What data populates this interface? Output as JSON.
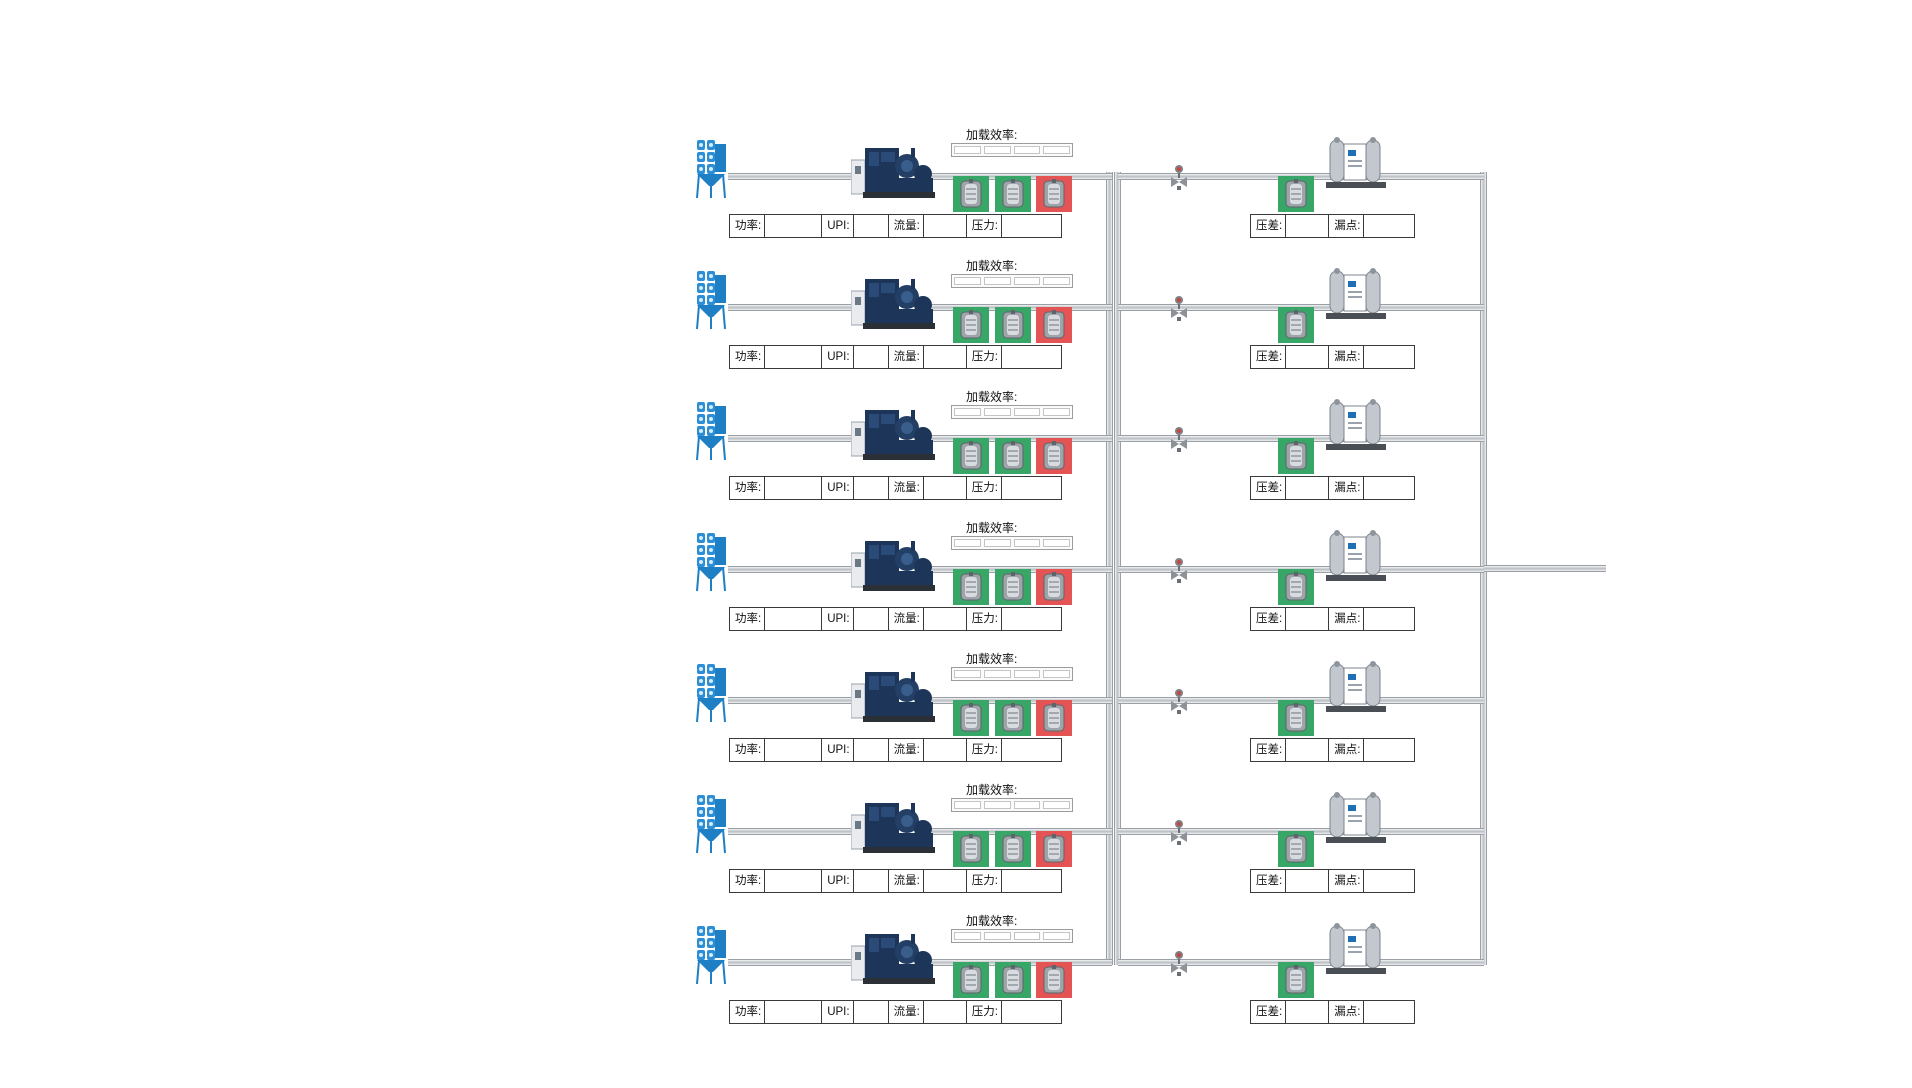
{
  "labels": {
    "load_efficiency": "加载效率:",
    "power": "功率:",
    "upi": "UPI:",
    "flow": "流量:",
    "pressure": "压力:",
    "pressure_diff": "压差:",
    "dew_point": "漏点:"
  },
  "colors": {
    "tile_ok": "#37a666",
    "tile_alarm": "#e45454",
    "pipe": "#b9bec3",
    "equipment_blue": "#1f7fc4",
    "compressor_navy": "#1c3558"
  },
  "units": [
    {
      "filter_status": [
        "ok",
        "ok",
        "alarm"
      ],
      "dryer_status": "ok"
    },
    {
      "filter_status": [
        "ok",
        "ok",
        "alarm"
      ],
      "dryer_status": "ok"
    },
    {
      "filter_status": [
        "ok",
        "ok",
        "alarm"
      ],
      "dryer_status": "ok"
    },
    {
      "filter_status": [
        "ok",
        "ok",
        "alarm"
      ],
      "dryer_status": "ok"
    },
    {
      "filter_status": [
        "ok",
        "ok",
        "alarm"
      ],
      "dryer_status": "ok"
    },
    {
      "filter_status": [
        "ok",
        "ok",
        "alarm"
      ],
      "dryer_status": "ok"
    },
    {
      "filter_status": [
        "ok",
        "ok",
        "alarm"
      ],
      "dryer_status": "ok"
    }
  ],
  "icons": {
    "air_intake_filter": "dust-collector-icon",
    "compressor": "air-compressor-icon",
    "valve": "valve-icon",
    "dryer": "air-dryer-icon",
    "filter_element": "filter-element-icon"
  }
}
